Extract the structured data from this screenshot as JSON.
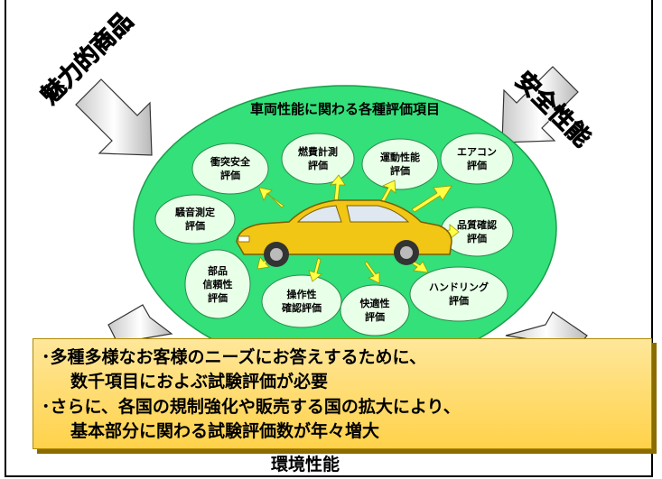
{
  "center_title": "車両性能に関わる各種評価項目",
  "corners": {
    "top_left": "魅力的商品",
    "top_right": "安全性能",
    "bottom": "環境性能"
  },
  "nodes": [
    {
      "id": "collision",
      "label": "衝突安全\n評価"
    },
    {
      "id": "fuel",
      "label": "燃費計測\n評価"
    },
    {
      "id": "motion",
      "label": "運動性能\n評価"
    },
    {
      "id": "aircon",
      "label": "エアコン\n評価"
    },
    {
      "id": "noise",
      "label": "騒音測定\n評価"
    },
    {
      "id": "quality",
      "label": "品質確認\n評価"
    },
    {
      "id": "reliability",
      "label": "部品\n信頼性\n評価"
    },
    {
      "id": "operation",
      "label": "操作性\n確認評価"
    },
    {
      "id": "comfort",
      "label": "快適性\n評価"
    },
    {
      "id": "handling",
      "label": "ハンドリング\n評価"
    }
  ],
  "note_lines": [
    "･多種多様なお客様のニーズにお答えするために、",
    "数千項目におよぶ試験評価が必要",
    "･さらに、各国の規制強化や販売する国の拡大により、",
    "基本部分に関わる試験評価数が年々増大"
  ],
  "colors": {
    "ellipse": "#33e07a",
    "node": "#e8ffe8",
    "car": "#f2c614",
    "arrow": "#ffff44",
    "note_bg": "#ffd24a"
  }
}
